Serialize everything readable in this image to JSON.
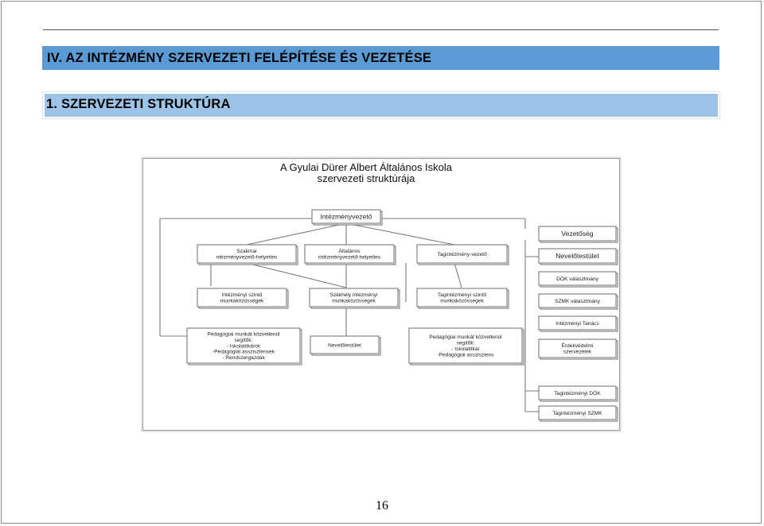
{
  "heading": {
    "chapter": "IV. AZ INTÉZMÉNY SZERVEZETI FELÉPÍTÉSE ÉS VEZETÉSE",
    "section": "1. SZERVEZETI STRUKTÚRA"
  },
  "org_chart": {
    "title_line1": "A Gyulai Dürer Albert Általános Iskola",
    "title_line2": "szervezeti struktúrája",
    "head": "Intézményvezető",
    "deputies": {
      "szakmai": [
        "Szakmai",
        "ntézményvezető-helyettes"
      ],
      "altalanos": [
        "Általános",
        "intézményvezető-helyettes"
      ],
      "tagint": [
        "Tagintézmény-vezető"
      ]
    },
    "workgroups": {
      "intezmenyi": [
        "Intézményi szintű",
        "munkaközösségek"
      ],
      "szekhely": [
        "Székhely intézményi",
        "munkaközösségek"
      ],
      "tagint": [
        "Tagintézményi szintű",
        "munkaközösségek"
      ]
    },
    "support": {
      "left": [
        "Pedagógiai munkát közvetlenül",
        "segítők:",
        "- Iskolatitkárok",
        "-Pedagógiai asszisztensek",
        "- Rendszergazdák"
      ],
      "middle": [
        "Nevelőtestület"
      ],
      "right": [
        "Pedagógiai munkát közvetlenül",
        "segítők:",
        "- Iskolatitkár",
        "-Pedagógiai asszisztens"
      ]
    },
    "right_column": {
      "vezetoseg": [
        "Vezetőség"
      ],
      "nevelotestulet": [
        "Nevelőtestület"
      ],
      "dok": [
        "DÖK választmány"
      ],
      "szmk": [
        "SZMK választmány"
      ],
      "tanacs": [
        "Intézményi Tanács"
      ],
      "erdek": [
        "Érdekvédelmi",
        "szervezetek"
      ],
      "tag_dok": [
        "Tagintézményi DÖK"
      ],
      "tag_szmk": [
        "Tagintézményi SZMK"
      ]
    }
  },
  "footer": {
    "page_number": "16"
  }
}
